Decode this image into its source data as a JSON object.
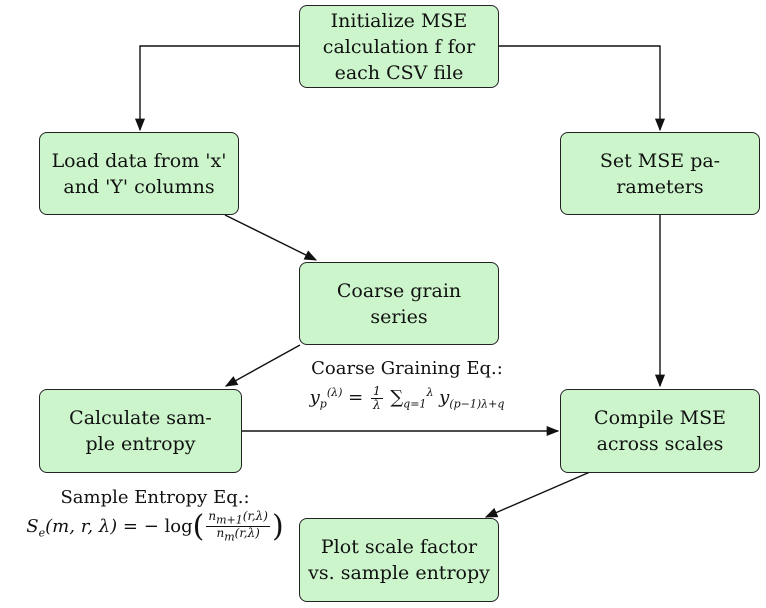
{
  "nodes": {
    "init": {
      "lines": [
        "Initialize MSE",
        "calculation f for",
        "each CSV file"
      ]
    },
    "load": {
      "lines": [
        "Load data from 'x'",
        "and 'Y' columns"
      ]
    },
    "params": {
      "lines": [
        "Set MSE pa-",
        "rameters"
      ]
    },
    "coarse": {
      "lines": [
        "Coarse grain series"
      ]
    },
    "sampen": {
      "lines": [
        "Calculate sam-",
        "ple entropy"
      ]
    },
    "compile": {
      "lines": [
        "Compile MSE",
        "across scales"
      ]
    },
    "plot": {
      "lines": [
        "Plot scale factor",
        "vs. sample entropy"
      ]
    }
  },
  "annotations": {
    "coarse_eq": {
      "label": "Coarse Graining Eq.:"
    },
    "sample_eq": {
      "label": "Sample Entropy Eq.:"
    }
  },
  "colors": {
    "box_fill": "#ccf5cc",
    "stroke": "#222222"
  }
}
